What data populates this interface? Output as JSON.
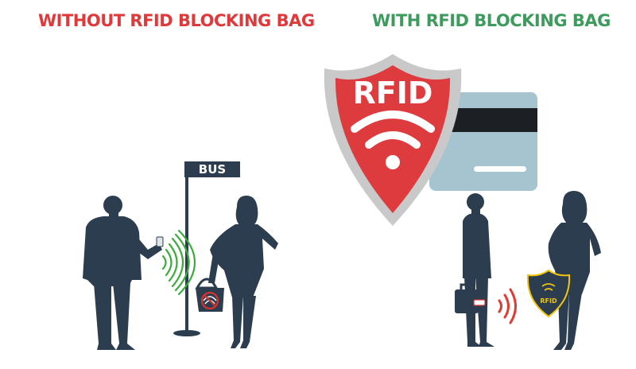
{
  "headings": {
    "without": "WITHOUT RFID BLOCKING BAG",
    "with": "WITH RFID BLOCKING BAG"
  },
  "bus_sign": {
    "text": "BUS"
  },
  "shield": {
    "text": "RFID"
  },
  "small_badge": {
    "text": "RFID"
  },
  "colors": {
    "heading_red": "#e0393b",
    "heading_green": "#3e9b5e",
    "shield_red": "#dd3b3e",
    "shield_rim": "#c9c9c9",
    "card_blue": "#a5c4d0",
    "card_stripe": "#1c2024",
    "silhouette": "#2b3d4f",
    "wave_green": "#3daa3d",
    "wave_red": "#e23a32",
    "badge_yellow": "#f1c40f",
    "block_red": "#d8332c"
  },
  "icons": {
    "shield": "shield-icon",
    "card": "credit-card-icon",
    "wireless": "wifi-icon",
    "no_signal": "no-signal-icon"
  }
}
